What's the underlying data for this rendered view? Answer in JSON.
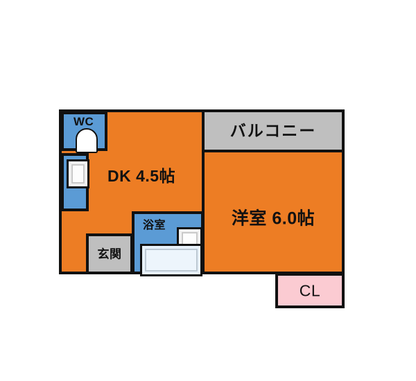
{
  "plan": {
    "type": "floor-plan",
    "title": "",
    "background_color": "#ffffff",
    "wall_color": "#111111",
    "colors": {
      "living_space": "#ED7D24",
      "wet_area": "#5B9BD5",
      "entrance": "#BFBFBF",
      "balcony": "#BFBFBF",
      "closet": "#FBCBD2"
    }
  },
  "rooms": [
    {
      "id": "wc",
      "label": "WC",
      "fill": "#5B9BD5",
      "fixture": "toilet"
    },
    {
      "id": "kitchen-strip",
      "label": "",
      "fill": "#5B9BD5",
      "fixture": "sink"
    },
    {
      "id": "dk",
      "label": "DK 4.5帖",
      "area_jo": "4.5",
      "fill": "#ED7D24"
    },
    {
      "id": "balcony",
      "label": "バルコニー",
      "fill": "#BFBFBF"
    },
    {
      "id": "bedroom",
      "label": "洋室 6.0帖",
      "area_jo": "6.0",
      "fill": "#ED7D24"
    },
    {
      "id": "bathroom",
      "label": "浴室",
      "fill": "#5B9BD5",
      "fixture": "bathtub"
    },
    {
      "id": "entrance",
      "label": "玄関",
      "fill": "#BFBFBF"
    },
    {
      "id": "closet",
      "label": "CL",
      "fill": "#FBCBD2"
    }
  ],
  "labels": {
    "wc": "WC",
    "dk": "DK 4.5帖",
    "balcony": "バルコニー",
    "bedroom": "洋室 6.0帖",
    "bathroom": "浴室",
    "entrance": "玄関",
    "closet": "CL"
  },
  "fixtures": {
    "toilet": "toilet-fixture",
    "kitchen_sink": "sink-fixture",
    "bath_sink": "washbasin-fixture",
    "bathtub": "bathtub-fixture"
  }
}
